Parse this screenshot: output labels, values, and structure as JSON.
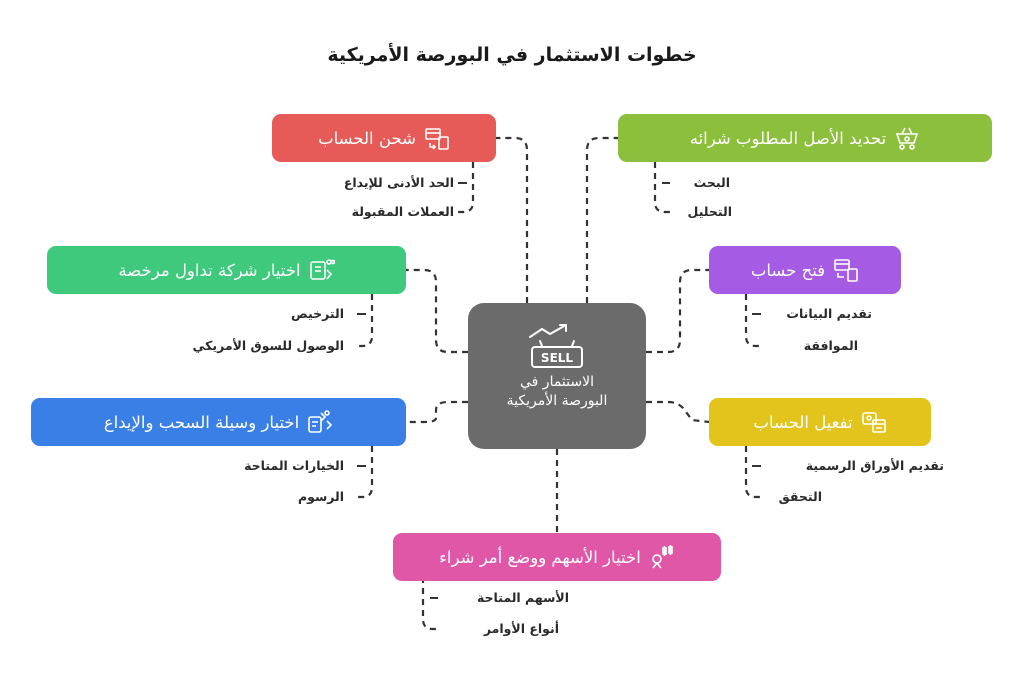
{
  "title": "خطوات الاستثمار في البورصة الأمريكية",
  "center": {
    "label": "الاستثمار في البورصة الأمريكية",
    "icon": "sell-sign-trend-icon"
  },
  "colors": {
    "red": "#e65a57",
    "green_olive": "#8bbf3c",
    "green": "#3fc97c",
    "purple": "#a55be3",
    "blue": "#3a7fe6",
    "yellow": "#e3c41c",
    "pink": "#e057a8",
    "center": "#6b6b6b"
  },
  "nodes": {
    "charge_account": {
      "label": "شحن الحساب",
      "icon": "transfer-card-icon",
      "items": [
        "الحد الأدنى للإيداع",
        "العملات المقبولة"
      ]
    },
    "identify_asset": {
      "label": "تحديد الأصل المطلوب شرائه",
      "icon": "basket-icon",
      "items": [
        "البحث",
        "التحليل"
      ]
    },
    "choose_broker": {
      "label": "اختيار شركة تداول مرخصة",
      "icon": "license-icon",
      "items": [
        "الترخيص",
        "الوصول للسوق الأمريكي"
      ]
    },
    "open_account": {
      "label": "فتح حساب",
      "icon": "account-device-icon",
      "items": [
        "تقديم البيانات",
        "الموافقة"
      ]
    },
    "payment_method": {
      "label": "اختيار وسيلة السحب والإيداع",
      "icon": "payment-choice-icon",
      "items": [
        "الخيارات المتاحة",
        "الرسوم"
      ]
    },
    "activate_account": {
      "label": "تفعيل الحساب",
      "icon": "wallet-card-icon",
      "items": [
        "تقديم الأوراق الرسمية",
        "التحقق"
      ]
    },
    "choose_stocks": {
      "label": "اختيار الأسهم ووضع أمر شراء",
      "icon": "stock-candles-icon",
      "items": [
        "الأسهم المتاحة",
        "أنواع الأوامر"
      ]
    }
  }
}
